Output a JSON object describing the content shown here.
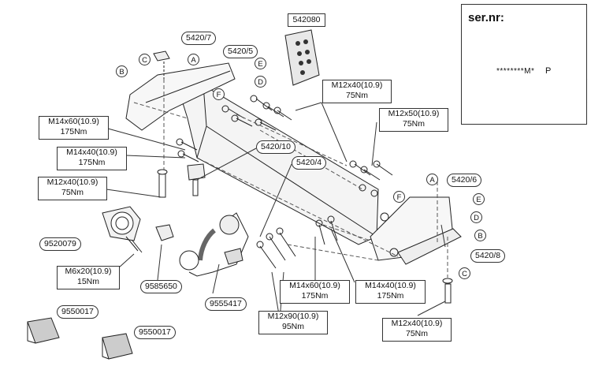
{
  "parts": {
    "p542080": "542080",
    "p5420_7": "5420/7",
    "p5420_5": "5420/5",
    "p5420_10": "5420/10",
    "p5420_4": "5420/4",
    "p5420_6": "5420/6",
    "p5420_8": "5420/8",
    "p9520079": "9520079",
    "p9585650": "9585650",
    "p9555417": "9555417",
    "p9550017a": "9550017",
    "p9550017b": "9550017"
  },
  "letters": {
    "A": "A",
    "B": "B",
    "C": "C",
    "D": "D",
    "E": "E",
    "F": "F"
  },
  "bolts": {
    "m12x40_top": {
      "spec": "M12x40(10.9)",
      "torque": "75Nm"
    },
    "m12x50": {
      "spec": "M12x50(10.9)",
      "torque": "75Nm"
    },
    "m14x60_left": {
      "spec": "M14x60(10.9)",
      "torque": "175Nm"
    },
    "m14x40_left": {
      "spec": "M14x40(10.9)",
      "torque": "175Nm"
    },
    "m12x40_left": {
      "spec": "M12x40(10.9)",
      "torque": "75Nm"
    },
    "m6x20": {
      "spec": "M6x20(10.9)",
      "torque": "15Nm"
    },
    "m14x60_bottom": {
      "spec": "M14x60(10.9)",
      "torque": "175Nm"
    },
    "m14x40_bottom": {
      "spec": "M14x40(10.9)",
      "torque": "175Nm"
    },
    "m12x90": {
      "spec": "M12x90(10.9)",
      "torque": "95Nm"
    },
    "m12x40_right": {
      "spec": "M12x40(10.9)",
      "torque": "75Nm"
    }
  },
  "serial": {
    "title": "ser.nr:",
    "code": "********M*",
    "p_label": "P"
  }
}
